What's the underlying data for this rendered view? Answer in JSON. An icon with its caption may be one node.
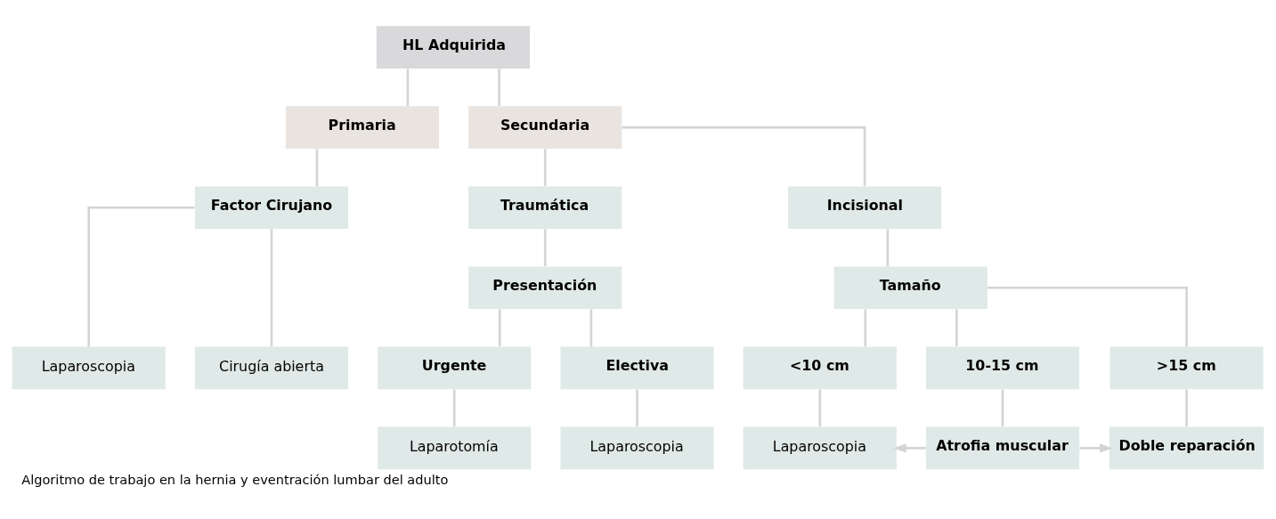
{
  "diagram": {
    "caption": "Algoritmo de trabajo en la hernia y eventración lumbar del adulto",
    "nodes": [
      {
        "text": [
          "HL Adquirida"
        ]
      },
      {
        "text": [
          "Primaria"
        ]
      },
      {
        "text": [
          "Secundaria"
        ]
      },
      {
        "text": [
          "Factor Cirujano"
        ]
      },
      {
        "text": [
          "Laparoscopia"
        ]
      },
      {
        "text": [
          "Cirugía abierta"
        ]
      },
      {
        "text": [
          "Traumática"
        ]
      },
      {
        "text": [
          "Incisional"
        ]
      },
      {
        "text": [
          "Presentación"
        ]
      },
      {
        "text": [
          "Tamaño"
        ]
      },
      {
        "text": [
          "Urgente"
        ]
      },
      {
        "text": [
          "Electiva"
        ]
      },
      {
        "text": [
          "<10 cm"
        ]
      },
      {
        "text": [
          "10-15 cm"
        ]
      },
      {
        "text": [
          ">15 cm"
        ]
      },
      {
        "text": [
          "Laparotomía"
        ]
      },
      {
        "text": [
          "Laparoscopia"
        ]
      },
      {
        "text": [
          "Laparoscopia"
        ]
      },
      {
        "text": [
          "Atrofia muscular"
        ]
      },
      {
        "text": [
          "Doble reparación"
        ]
      }
    ],
    "edges": [
      {
        "from": 0,
        "to": 1,
        "arrow": "none"
      },
      {
        "from": 0,
        "to": 2,
        "arrow": "none"
      },
      {
        "from": 1,
        "to": 3,
        "arrow": "none"
      },
      {
        "from": 3,
        "to": 4,
        "arrow": "none"
      },
      {
        "from": 3,
        "to": 5,
        "arrow": "none"
      },
      {
        "from": 2,
        "to": 6,
        "arrow": "none"
      },
      {
        "from": 2,
        "to": 7,
        "arrow": "none"
      },
      {
        "from": 6,
        "to": 8,
        "arrow": "none"
      },
      {
        "from": 7,
        "to": 9,
        "arrow": "none"
      },
      {
        "from": 8,
        "to": 10,
        "arrow": "none"
      },
      {
        "from": 8,
        "to": 11,
        "arrow": "none"
      },
      {
        "from": 9,
        "to": 12,
        "arrow": "none"
      },
      {
        "from": 9,
        "to": 13,
        "arrow": "none"
      },
      {
        "from": 9,
        "to": 14,
        "arrow": "none"
      },
      {
        "from": 10,
        "to": 15,
        "arrow": "none"
      },
      {
        "from": 11,
        "to": 16,
        "arrow": "none"
      },
      {
        "from": 12,
        "to": 17,
        "arrow": "none"
      },
      {
        "from": 13,
        "to": 18,
        "arrow": "none"
      },
      {
        "from": 14,
        "to": 19,
        "arrow": "none"
      },
      {
        "from": 18,
        "to": 17,
        "arrow": "to"
      },
      {
        "from": 18,
        "to": 19,
        "arrow": "to"
      }
    ]
  }
}
